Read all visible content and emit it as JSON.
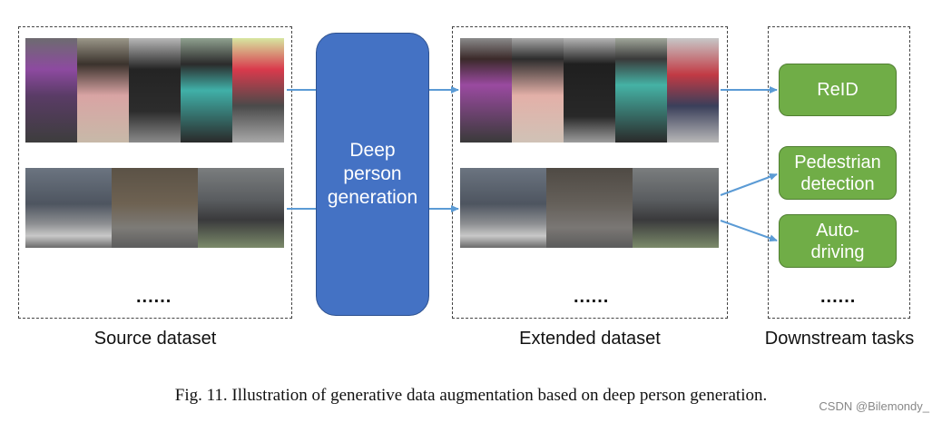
{
  "diagram": {
    "source": {
      "label": "Source dataset",
      "ellipsis": "......"
    },
    "generator": {
      "label": "Deep person generation"
    },
    "extended": {
      "label": "Extended dataset",
      "ellipsis": "......"
    },
    "downstream": {
      "label": "Downstream tasks",
      "ellipsis": "......",
      "tasks": [
        "ReID",
        "Pedestrian detection",
        "Auto-driving"
      ]
    },
    "caption": "Fig. 11.  Illustration of generative data augmentation based on deep person generation.",
    "watermark": "CSDN @Bilemondy_",
    "colors": {
      "generator": "#4472c4",
      "task": "#70ad47",
      "arrow": "#5b9bd5"
    }
  }
}
